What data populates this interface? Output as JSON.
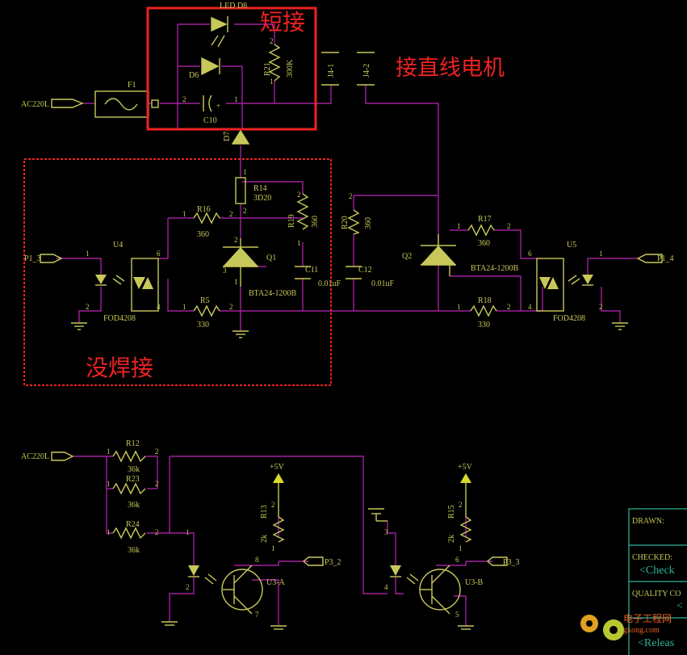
{
  "colors": {
    "background": "#000000",
    "wire": "#a0209e",
    "component": "#c8c85a",
    "annotation": "#ee2222",
    "arrow": "#d8d830",
    "titleblock": "#2fb39a"
  },
  "annotations": {
    "short_connect": "短接",
    "connect_dc_motor": "接直线电机",
    "not_soldered": "没焊接"
  },
  "labels": {
    "led_d8": "LED D8",
    "d6": "D6",
    "c10": "C10",
    "r21": "R21",
    "r21_val": "300K",
    "f1": "F1",
    "ac220l_top": "AC220L",
    "ac220l_bottom": "AC220L",
    "j4_1": "J4-1",
    "j4_2": "J4-2",
    "d7": "D7",
    "r14": "R14",
    "r14_val": "3D20",
    "r16": "R16",
    "r16_val": "360",
    "r19": "R19",
    "r19_val": "360",
    "r20": "R20",
    "r20_val": "360",
    "u4": "U4",
    "u4_part": "FOD4208",
    "q1": "Q1",
    "q1_part": "BTA24-1200B",
    "c11": "C11",
    "c11_val": "0.01uF",
    "c12": "C12",
    "c12_val": "0.01uF",
    "r5": "R5",
    "r5_val": "330",
    "p1_3": "P1_3",
    "q2": "Q2",
    "q2_part": "BTA24-1200B",
    "r17": "R17",
    "r17_val": "360",
    "r18": "R18",
    "r18_val": "330",
    "u5": "U5",
    "u5_part": "FOD4208",
    "p1_4": "P1_4",
    "r12": "R12",
    "r12_val": "36k",
    "r23": "R23",
    "r23_val": "36k",
    "r24": "R24",
    "r24_val": "36k",
    "plus5v_a": "+5V",
    "plus5v_b": "+5V",
    "r13": "R13",
    "r13_val": "2k",
    "r15": "R15",
    "r15_val": "2k",
    "u3a": "U3-A",
    "u3b": "U3-B",
    "p3_2": "P3_2",
    "p3_3": "P3_3"
  },
  "pins": {
    "one": "1",
    "two": "2",
    "three": "3",
    "four": "4",
    "five": "5",
    "six": "6",
    "seven": "7",
    "eight": "8",
    "plus": "+"
  },
  "titleblock": {
    "drawn": "DRAWN:",
    "checked": "CHECKED:",
    "check_val": "<Check",
    "quality": "QUALITY CO",
    "quality_val": "<",
    "release_val": "<Releas"
  },
  "watermark": {
    "line1": "电子工程网",
    "line2": "gkong.com"
  }
}
